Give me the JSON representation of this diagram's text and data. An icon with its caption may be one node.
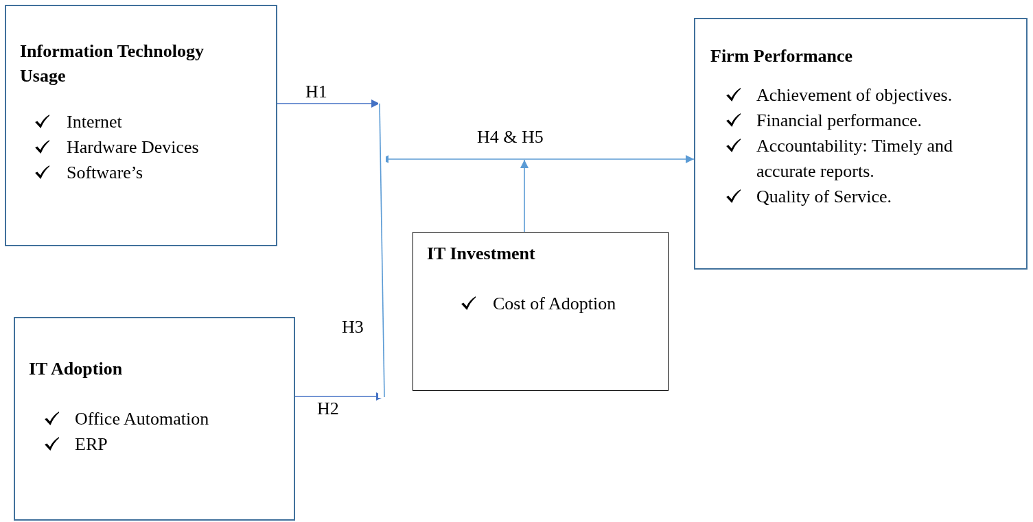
{
  "diagram": {
    "nodes": [
      {
        "text": [
          "Information Technology Usage",
          "Internet",
          "Hardware Devices",
          "Software’s"
        ]
      },
      {
        "text": [
          "IT Adoption",
          "Office Automation",
          "ERP"
        ]
      },
      {
        "text": [
          "IT Investment",
          "Cost of Adoption"
        ]
      },
      {
        "text": [
          "Firm Performance",
          "Achievement of objectives.",
          "Financial performance.",
          "Accountability: Timely and accurate reports.",
          "Quality of Service."
        ]
      },
      {
        "text": [],
        "shape": "bar",
        "beside": [
          "H3"
        ]
      }
    ],
    "edges": [
      {
        "from": 0,
        "to": 4,
        "arrow": "to",
        "label": "H1",
        "color": "#4472c4"
      },
      {
        "from": 1,
        "to": 4,
        "arrow": "to",
        "label": "H2",
        "color": "#4472c4"
      },
      {
        "from": 4,
        "to": 3,
        "arrow": "both",
        "label": "H4 & H5"
      },
      {
        "from": 2,
        "to": null,
        "arrow": "to"
      }
    ]
  }
}
